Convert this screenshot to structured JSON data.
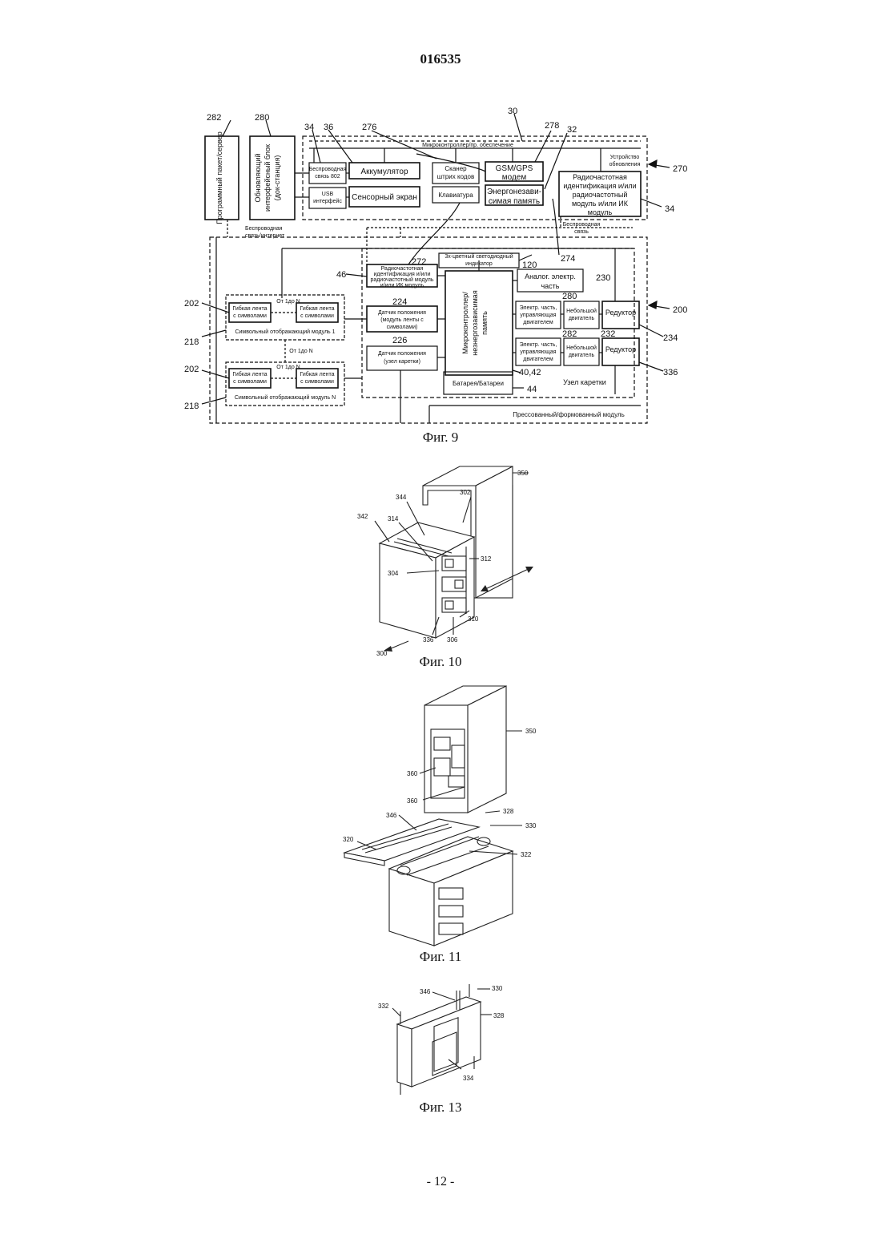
{
  "header": {
    "patent_number": "016535"
  },
  "footer": {
    "page": "- 12 -"
  },
  "fig9": {
    "caption": "Фиг. 9",
    "blocks": {
      "server": "Программный пакет/сервер",
      "dock_line1": "Обновляющий",
      "dock_line2": "интерфейсный блок",
      "dock_line3": "(док-станция)",
      "wireless802_l1": "Беспроводная",
      "wireless802_l2": "связь 802",
      "usb_l1": "USB",
      "usb_l2": "интерфейс",
      "battery_top": "Аккумулятор",
      "touchscreen": "Сенсорный экран",
      "scanner_l1": "Сканер",
      "scanner_l2": "штрих кодов",
      "keyboard": "Клавиатура",
      "gsm_l1": "GSM/GPS",
      "gsm_l2": "модем",
      "nvmem_l1": "Энергонезави-",
      "nvmem_l2": "симая память",
      "rfid_top_l1": "Радиочастотная",
      "rfid_top_l2": "идентификация и/или",
      "rfid_top_l3": "радиочастотный",
      "rfid_top_l4": "модуль и/или ИК",
      "rfid_top_l5": "модуль",
      "mcu_top": "Микроконтроллер/пр. обеспечение",
      "update_dev_l1": "Устройство",
      "update_dev_l2": "обновления",
      "wireless_inet_l1": "Беспроводная",
      "wireless_inet_l2": "связь/интернет",
      "wireless_link_l1": "Беспроводная",
      "wireless_link_l2": "связь",
      "led_l1": "3х-цветный светодиодный",
      "led_l2": "индикатор",
      "rfid_mid_l1": "Радиочастотная",
      "rfid_mid_l2": "идентификация и/или",
      "rfid_mid_l3": "радиочастотный модуль",
      "rfid_mid_l4": "и/или ИК модуль",
      "analog_l1": "Аналог. электр.",
      "analog_l2": "часть",
      "pos_tape_l1": "Датчик положения",
      "pos_tape_l2": "(модуль ленты с",
      "pos_tape_l3": "символами)",
      "pos_carr_l1": "Датчик положения",
      "pos_carr_l2": "(узел каретки)",
      "mcu_mid_l1": "Микроконтроллер/",
      "mcu_mid_l2": "незнергозависимая",
      "mcu_mid_l3": "память",
      "motor_drv_l1": "Электр. часть,",
      "motor_drv_l2": "управляющая",
      "motor_drv_l3": "двигателем",
      "small_motor_l1": "Небольшой",
      "small_motor_l2": "двигатель",
      "reducer": "Редуктор",
      "batteries": "Батарея/Батареи",
      "carriage": "Узел каретки",
      "molded": "Прессованный/формованный модуль",
      "flex_l1": "Гибкая лента",
      "flex_l2": "с символами",
      "from1toN": "От 1до N",
      "from1toN_b": "От 1до N",
      "sym_module_1": "Символьный отображающий модуль 1",
      "sym_module_N": "Символьный отображающий модуль N"
    },
    "refs": {
      "r282": "282",
      "r280": "280",
      "r34a": "34",
      "r36": "36",
      "r276": "276",
      "r30": "30",
      "r278": "278",
      "r32": "32",
      "r270": "270",
      "r34b": "34",
      "r272": "272",
      "r274": "274",
      "r120": "120",
      "r46": "46",
      "r224": "224",
      "r230": "230",
      "r280b": "280",
      "r200": "200",
      "r202a": "202",
      "r218a": "218",
      "r226": "226",
      "r282b": "282",
      "r232": "232",
      "r234": "234",
      "r202b": "202",
      "r40": "40,42",
      "r336": "336",
      "r44": "44",
      "r218b": "218"
    }
  },
  "fig10": {
    "caption": "Фиг. 10",
    "refs": {
      "r350": "350",
      "r344": "344",
      "r302": "302",
      "r342": "342",
      "r314": "314",
      "r312": "312",
      "r304": "304",
      "r310": "310",
      "r336": "336",
      "r306": "306",
      "r300": "300"
    }
  },
  "fig11": {
    "caption": "Фиг. 11",
    "refs": {
      "r350": "350",
      "r360a": "360",
      "r360b": "360",
      "r346": "346",
      "r328": "328",
      "r330": "330",
      "r320": "320",
      "r322": "322"
    }
  },
  "fig13": {
    "caption": "Фиг. 13",
    "refs": {
      "r346": "346",
      "r330": "330",
      "r332": "332",
      "r328": "328",
      "r334": "334"
    }
  }
}
